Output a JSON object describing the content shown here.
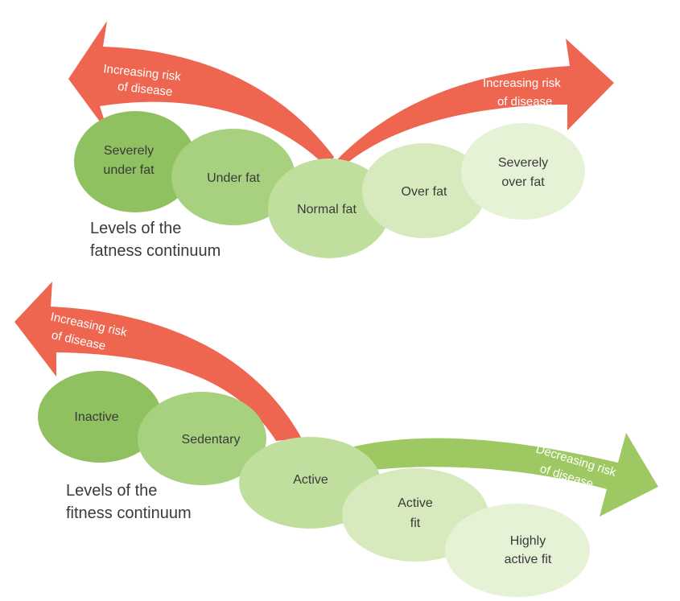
{
  "colors": {
    "risk": "#ee6650",
    "decrease": "#9dc862",
    "c1": "#8fc160",
    "c2": "#a8d17f",
    "c3": "#c0df9f",
    "c4": "#d6eabd",
    "c5": "#e6f2d6"
  },
  "fatness": {
    "risk_left_line1": "Increasing risk",
    "risk_left_line2": "of disease",
    "risk_right_line1": "Increasing risk",
    "risk_right_line2": "of disease",
    "caption_line1": "Levels of the",
    "caption_line2": "fatness continuum",
    "levels": [
      {
        "line1": "Severely",
        "line2": "under fat"
      },
      {
        "line1": "Under fat",
        "line2": ""
      },
      {
        "line1": "Normal fat",
        "line2": ""
      },
      {
        "line1": "Over fat",
        "line2": ""
      },
      {
        "line1": "Severely",
        "line2": "over fat"
      }
    ]
  },
  "fitness": {
    "risk_left_line1": "Increasing risk",
    "risk_left_line2": "of disease",
    "decrease_line1": "Decreasing risk",
    "decrease_line2": "of disease",
    "caption_line1": "Levels of the",
    "caption_line2": "fitness continuum",
    "levels": [
      {
        "line1": "Inactive",
        "line2": ""
      },
      {
        "line1": "Sedentary",
        "line2": ""
      },
      {
        "line1": "Active",
        "line2": ""
      },
      {
        "line1": "Active",
        "line2": "fit"
      },
      {
        "line1": "Highly",
        "line2": "active fit"
      }
    ]
  }
}
